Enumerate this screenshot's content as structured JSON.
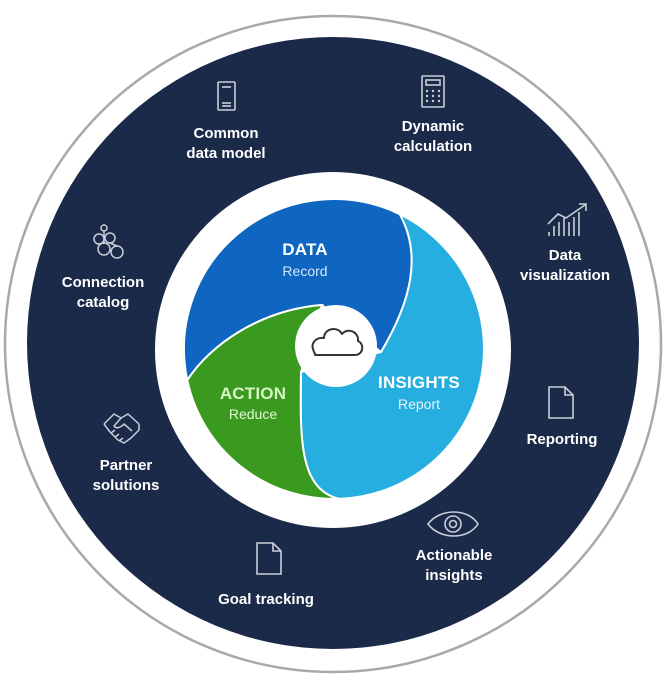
{
  "colors": {
    "outer_ring_stroke": "#a7a9ad",
    "navy": "#1b2a48",
    "white": "#ffffff",
    "data_segment": "#0f66c0",
    "insights_segment": "#27aee0",
    "action_segment": "#3a9a1f",
    "icon_stroke": "#c9cfd9",
    "cloud_stroke": "#333333"
  },
  "center": {
    "icon": "cloud-icon"
  },
  "segments": [
    {
      "key": "data",
      "title": "DATA",
      "subtitle": "Record"
    },
    {
      "key": "insights",
      "title": "INSIGHTS",
      "subtitle": "Report"
    },
    {
      "key": "action",
      "title": "ACTION",
      "subtitle": "Reduce"
    }
  ],
  "ring_items": [
    {
      "key": "common-data-model",
      "icon": "mobile-device-icon",
      "lines": [
        "Common",
        "data model"
      ]
    },
    {
      "key": "dynamic-calculation",
      "icon": "calculator-icon",
      "lines": [
        "Dynamic",
        "calculation"
      ]
    },
    {
      "key": "data-visualization",
      "icon": "bar-chart-trend-icon",
      "lines": [
        "Data",
        "visualization"
      ]
    },
    {
      "key": "reporting",
      "icon": "document-icon",
      "lines": [
        "Reporting"
      ]
    },
    {
      "key": "actionable-insights",
      "icon": "eye-icon",
      "lines": [
        "Actionable",
        "insights"
      ]
    },
    {
      "key": "goal-tracking",
      "icon": "document-icon",
      "lines": [
        "Goal tracking"
      ]
    },
    {
      "key": "partner-solutions",
      "icon": "handshake-icon",
      "lines": [
        "Partner",
        "solutions"
      ]
    },
    {
      "key": "connection-catalog",
      "icon": "connected-nodes-icon",
      "lines": [
        "Connection",
        "catalog"
      ]
    }
  ]
}
